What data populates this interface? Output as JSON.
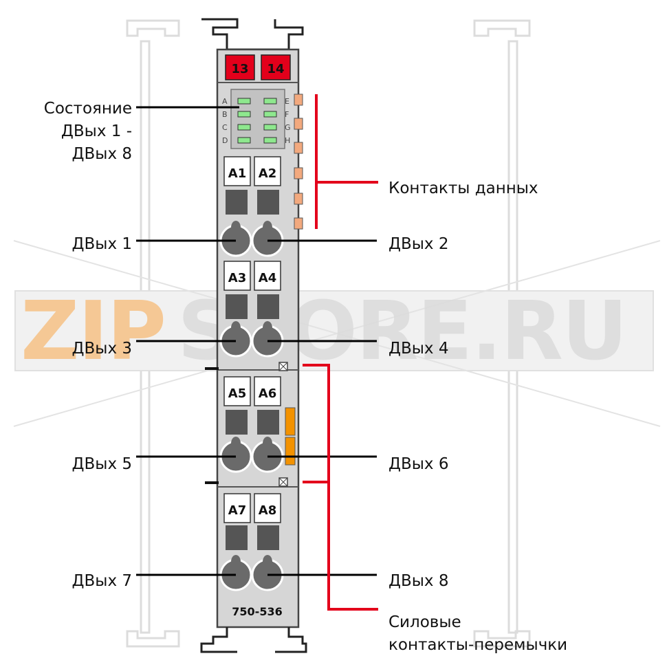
{
  "module": {
    "part_number": "750-536",
    "top_markers": [
      "13",
      "14"
    ],
    "terminal_labels": [
      "A1",
      "A2",
      "A3",
      "A4",
      "A5",
      "A6",
      "A7",
      "A8"
    ],
    "led_letters_left": [
      "A",
      "B",
      "C",
      "D"
    ],
    "led_letters_right": [
      "E",
      "F",
      "G",
      "H"
    ]
  },
  "callouts": {
    "status_line1": "Состояние",
    "status_line2": "ДВых 1 -",
    "status_line3": "ДВых 8",
    "data_contacts": "Контакты данных",
    "power_jumpers_line1": "Силовые",
    "power_jumpers_line2": "контакты-перемычки",
    "outputs": [
      "ДВых 1",
      "ДВых 2",
      "ДВых 3",
      "ДВых 4",
      "ДВых 5",
      "ДВых 6",
      "ДВых 7",
      "ДВых 8"
    ]
  },
  "watermark": {
    "left": "ZIP",
    "right": "STORE.RU"
  },
  "colors": {
    "module_body": "#d6d6d6",
    "marker_red": "#e3001b",
    "led_green": "#8ee88e",
    "callout_red": "#e3001b",
    "data_contact": "#f2a97e",
    "jumper_orange": "#f39200",
    "watermark_orange": "#f5a623"
  }
}
